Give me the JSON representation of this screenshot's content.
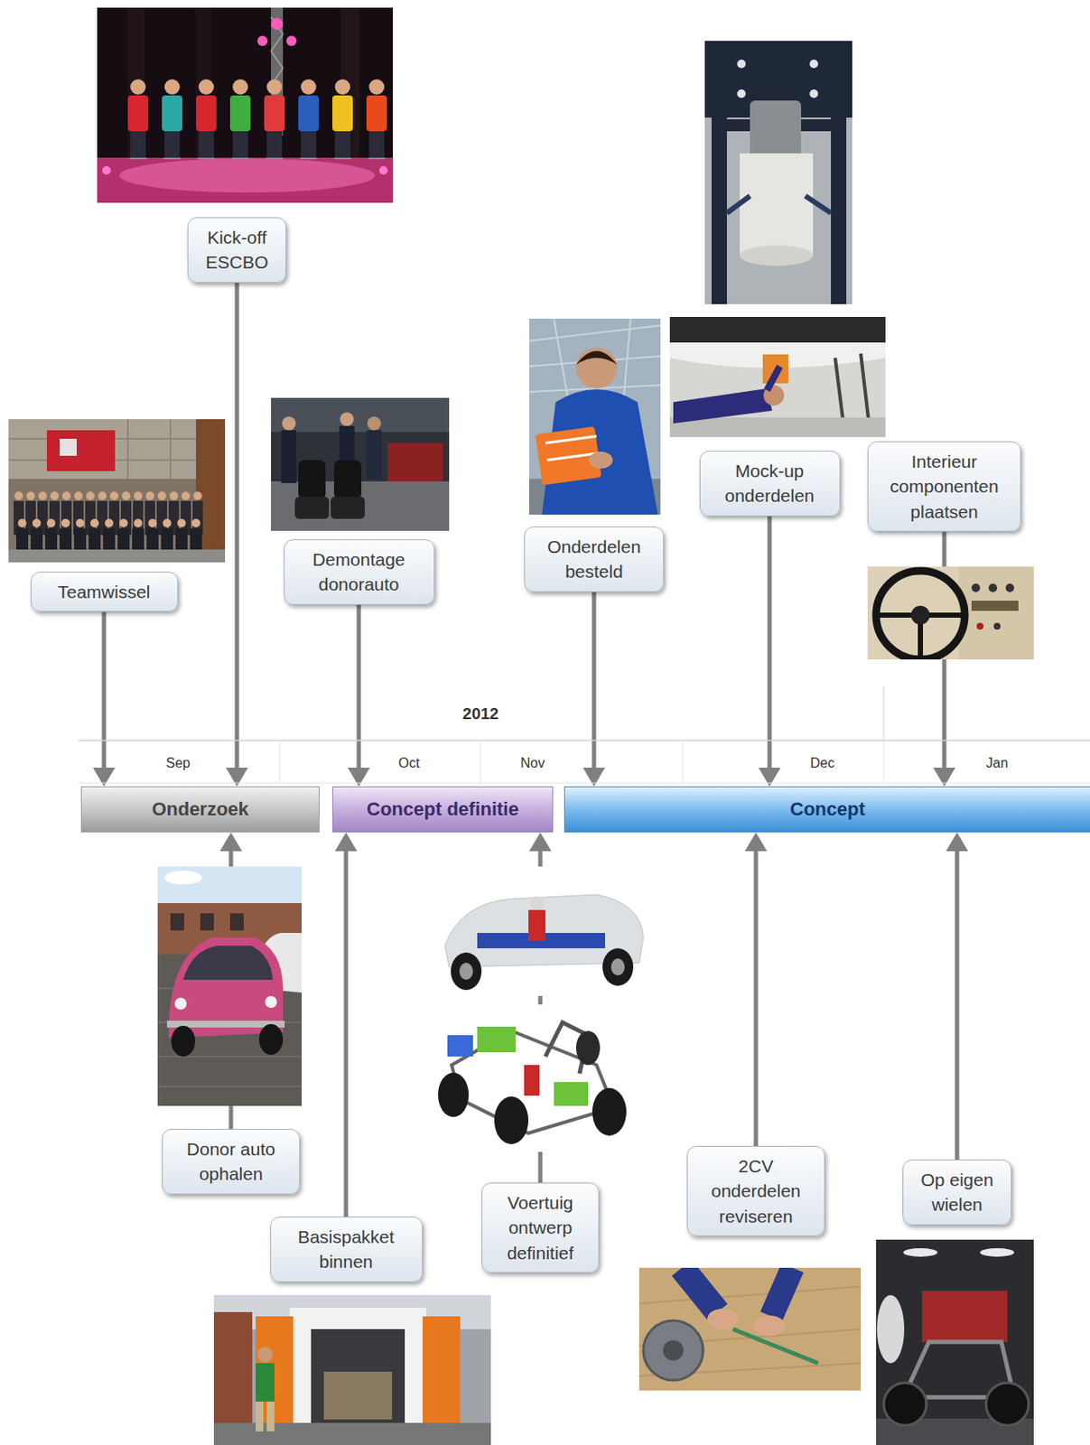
{
  "diagram": {
    "nodes": [
      {
        "text": [
          "Teamwissel"
        ]
      },
      {
        "text": [
          "Kick-off ESCBO"
        ]
      },
      {
        "text": [
          "Demontage donorauto"
        ]
      },
      {
        "text": [
          "Onderdelen besteld"
        ]
      },
      {
        "text": [
          "Mock-up onderdelen"
        ]
      },
      {
        "text": [
          "Interieur componenten plaatsen"
        ]
      },
      {
        "text": [
          "Onderzoek"
        ]
      },
      {
        "text": [
          "Concept definitie"
        ]
      },
      {
        "text": [
          "Concept"
        ]
      },
      {
        "text": [
          "Donor auto ophalen"
        ]
      },
      {
        "text": [
          "Basispakket binnen"
        ]
      },
      {
        "text": [
          "Voertuig ontwerp definitief"
        ]
      },
      {
        "text": [
          "2CV onderdelen reviseren"
        ]
      },
      {
        "text": [
          "Op eigen wielen"
        ]
      }
    ],
    "edges": [
      {
        "from": 0,
        "to": 6,
        "arrow": "to"
      },
      {
        "from": 1,
        "to": 6,
        "arrow": "to"
      },
      {
        "from": 2,
        "to": 7,
        "arrow": "to"
      },
      {
        "from": 3,
        "to": 8,
        "arrow": "to"
      },
      {
        "from": 4,
        "to": 8,
        "arrow": "to"
      },
      {
        "from": 5,
        "to": 8,
        "arrow": "to"
      },
      {
        "from": 9,
        "to": 6,
        "arrow": "to"
      },
      {
        "from": 10,
        "to": 7,
        "arrow": "to"
      },
      {
        "from": 11,
        "to": 7,
        "arrow": "to"
      },
      {
        "from": 12,
        "to": 8,
        "arrow": "to"
      },
      {
        "from": 13,
        "to": 8,
        "arrow": "to"
      }
    ],
    "labels": [
      "2012",
      "Sep",
      "Oct",
      "Nov",
      "Dec",
      "Jan"
    ]
  }
}
